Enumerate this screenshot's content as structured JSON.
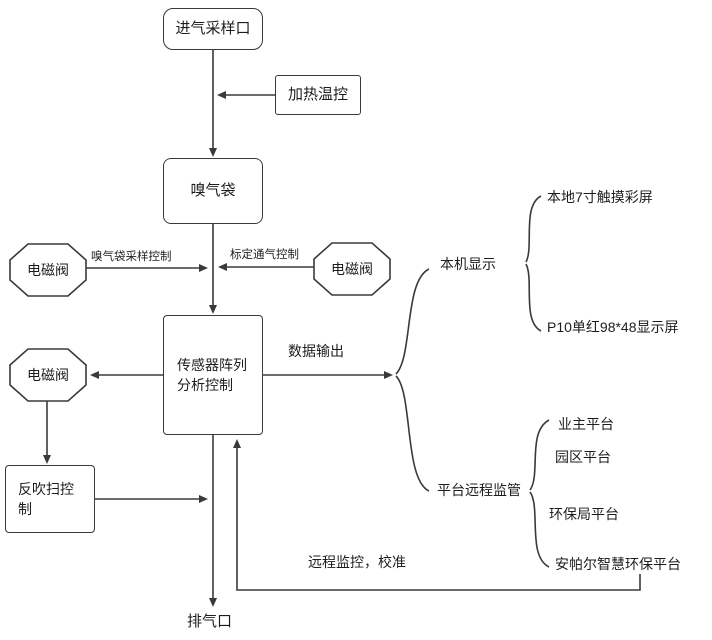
{
  "colors": {
    "line": "#3a3a3a",
    "text": "#1d1d1d",
    "background": "#ffffff"
  },
  "nodes": {
    "inlet": {
      "label": "进气采样口"
    },
    "heater": {
      "label": "加热温控"
    },
    "gas_bag": {
      "label": "嗅气袋"
    },
    "valve_bag_sampling": {
      "label": "电磁阀"
    },
    "valve_calibration": {
      "label": "电磁阀"
    },
    "valve_backflush": {
      "label": "电磁阀"
    },
    "sensor_array": {
      "label": "传感器阵列分析控制"
    },
    "backflush_control": {
      "label": "反吹扫控制"
    },
    "exhaust_port": {
      "label": "排气口"
    }
  },
  "edge_labels": {
    "bag_sampling_control": "嗅气袋采样控制",
    "calibration_vent_control": "标定通气控制",
    "data_output": "数据输出",
    "remote_monitoring": "远程监控，校准"
  },
  "branches": {
    "local_display": {
      "label": "本机显示",
      "items": [
        "本地7寸触摸彩屏",
        "P10单红98*48显示屏"
      ]
    },
    "platform_supervision": {
      "label": "平台远程监管",
      "items": [
        "业主平台",
        "园区平台",
        "环保局平台",
        "安帕尔智慧环保平台"
      ]
    }
  }
}
